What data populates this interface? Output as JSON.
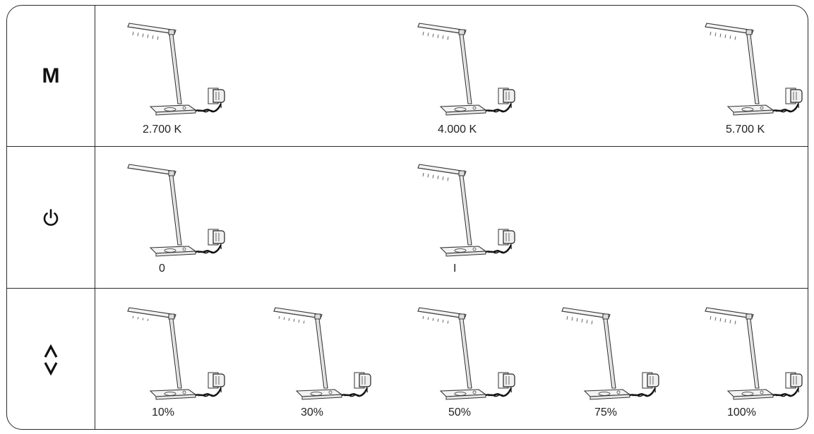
{
  "rows": [
    {
      "control": "M",
      "control_icon": "mode-letter-icon",
      "items": [
        {
          "caption": "2.700 K",
          "light": "high"
        },
        {
          "caption": "4.000 K",
          "light": "high"
        },
        {
          "caption": "5.700 K",
          "light": "high"
        }
      ]
    },
    {
      "control": "power",
      "control_icon": "power-icon",
      "items": [
        {
          "caption": "0",
          "light": "off"
        },
        {
          "caption": "I",
          "light": "high"
        }
      ]
    },
    {
      "control": "up-down",
      "control_icon": "up-down-arrows-icon",
      "items": [
        {
          "caption": "10%",
          "light": "low",
          "brightness": 10
        },
        {
          "caption": "30%",
          "light": "mid",
          "brightness": 30
        },
        {
          "caption": "50%",
          "light": "mid",
          "brightness": 50
        },
        {
          "caption": "75%",
          "light": "high",
          "brightness": 75
        },
        {
          "caption": "100%",
          "light": "high",
          "brightness": 100
        }
      ]
    }
  ]
}
